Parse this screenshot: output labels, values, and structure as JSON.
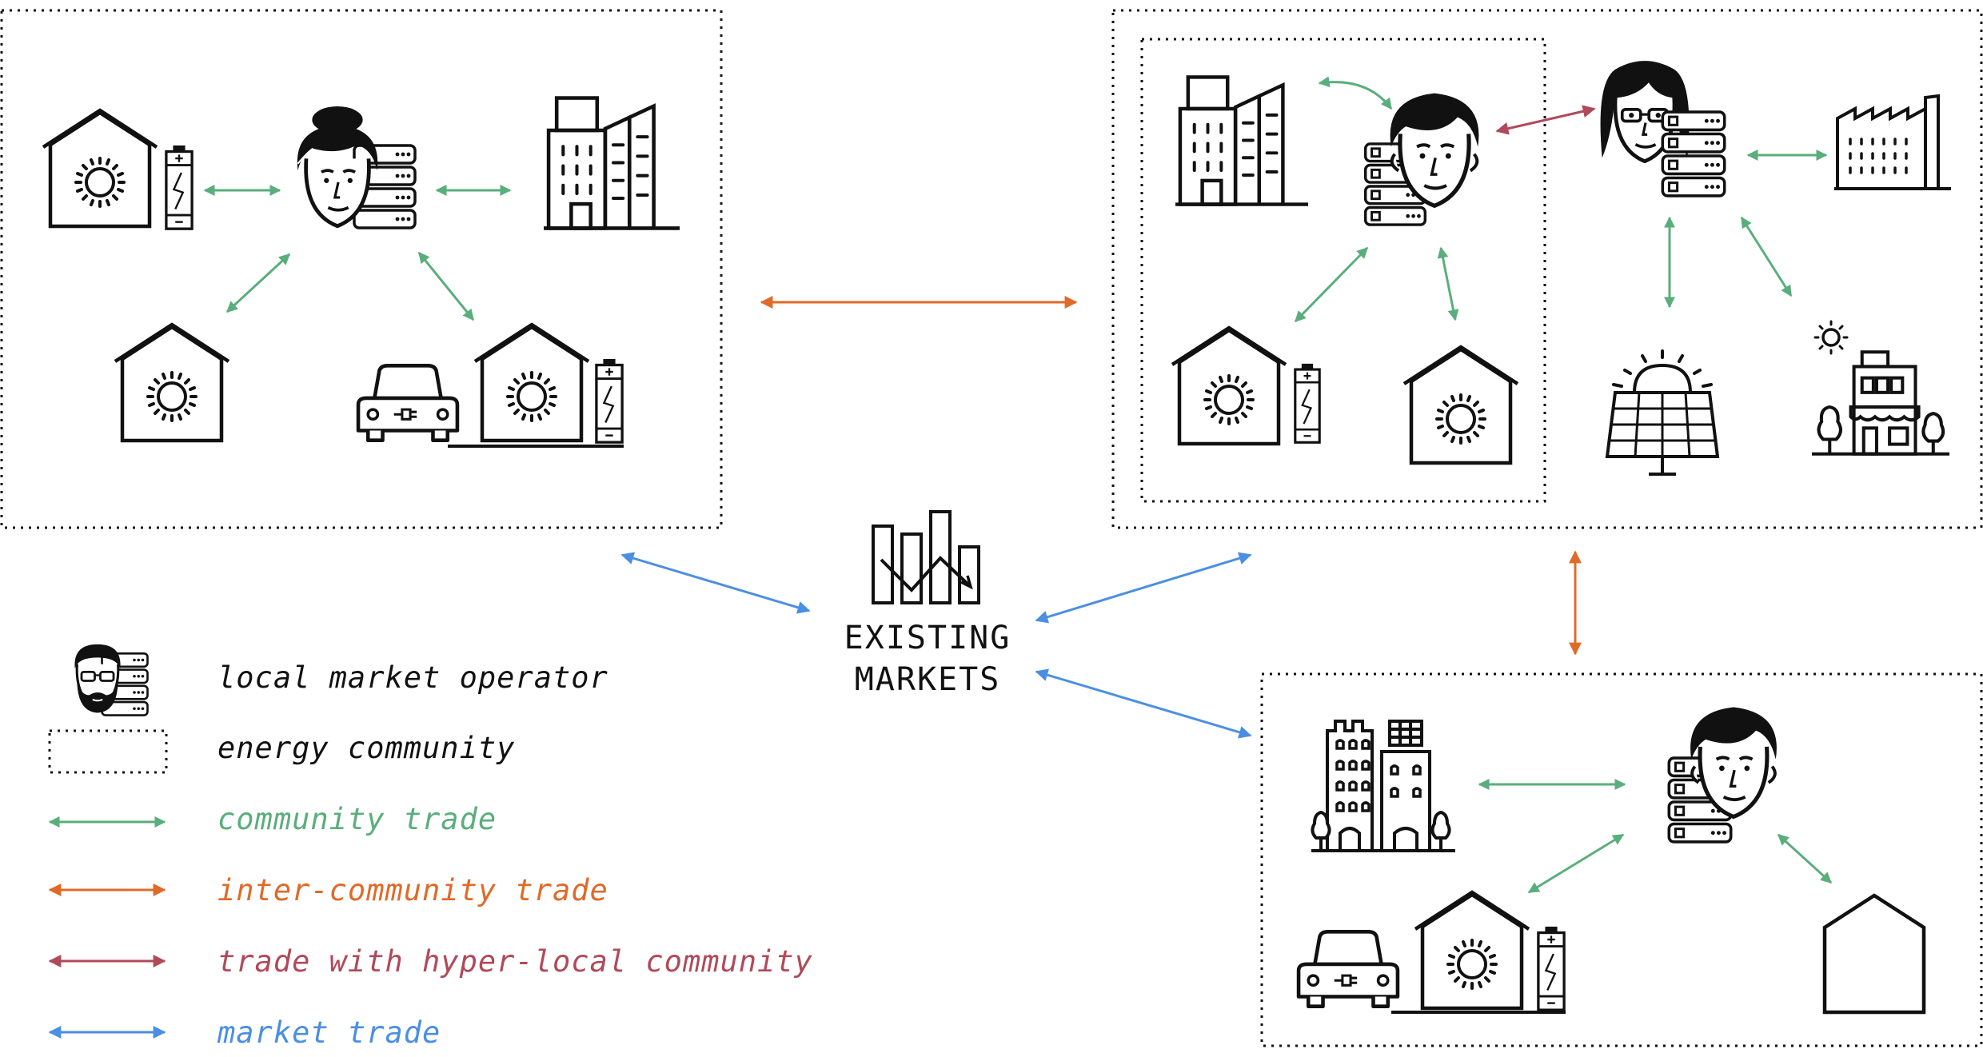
{
  "center": {
    "line1": "EXISTING",
    "line2": "MARKETS"
  },
  "legend": {
    "operator": "local market operator",
    "community": "energy community",
    "community_trade": "community trade",
    "inter_trade": "inter-community trade",
    "hyper_trade": "trade with hyper-local community",
    "market_trade": "market trade"
  },
  "colors": {
    "community_trade": "#5aae7c",
    "inter_community_trade": "#e06a28",
    "hyper_local_trade": "#b04a5a",
    "market_trade": "#4a8fe2",
    "ink": "#111111"
  },
  "icons": [
    "house-solar-icon",
    "battery-icon",
    "operator-icon",
    "office-building-icon",
    "electric-car-icon",
    "factory-icon",
    "solar-panel-icon",
    "shop-icon",
    "apartment-building-icon",
    "empty-house-icon",
    "market-chart-icon"
  ]
}
